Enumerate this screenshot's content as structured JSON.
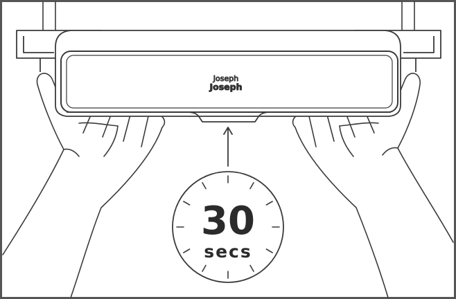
{
  "brand": {
    "line1": "Joseph",
    "line2": "Joseph"
  },
  "timer": {
    "value": "30",
    "unit": "secs",
    "icon": "stopwatch-dial-icon"
  },
  "colors": {
    "stroke": "#3a3a3a",
    "border": "#555555",
    "fill": "#ffffff"
  }
}
